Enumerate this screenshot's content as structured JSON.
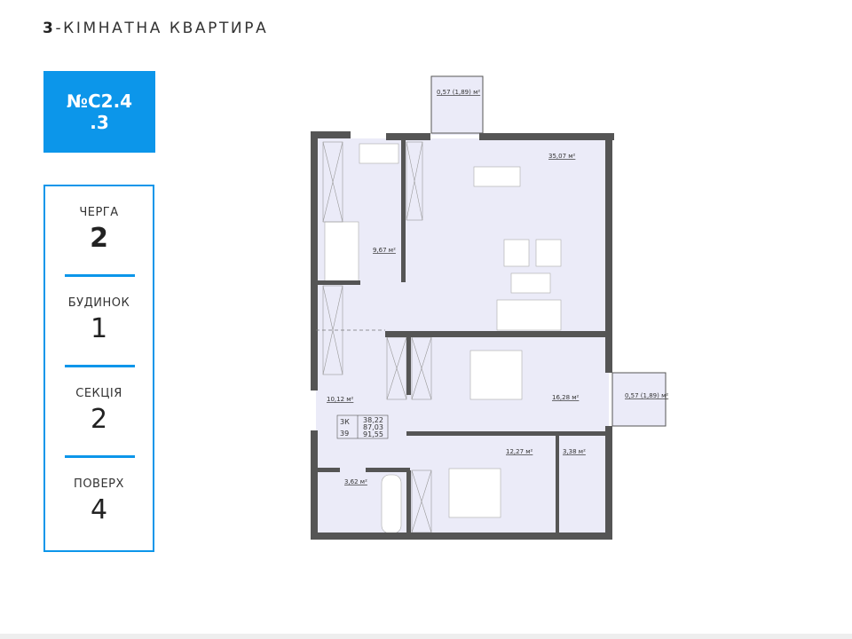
{
  "header": {
    "title_number": "3",
    "title_rest": "-КІМНАТНА КВАРТИРА"
  },
  "badge": {
    "line1": "№C2.4",
    "line2": ".3"
  },
  "info": [
    {
      "label": "ЧЕРГА",
      "value": "2"
    },
    {
      "label": "БУДИНОК",
      "value": "1"
    },
    {
      "label": "СЕКЦІЯ",
      "value": "2"
    },
    {
      "label": "ПОВЕРХ",
      "value": "4"
    }
  ],
  "plan": {
    "rooms": {
      "balcony_top": "0,57 (1,89) м²",
      "living": "35,07 м²",
      "study": "9,67 м²",
      "hall": "10,12 м²",
      "bedroom1": "16,28 м²",
      "balcony_right": "0,57 (1,89) м²",
      "bedroom2": "12,27 м²",
      "closet": "3,38 м²",
      "bathroom": "3,62 м²"
    },
    "summary": {
      "type": "3К",
      "number": "39",
      "living_area": "38,22",
      "total_area": "87,03",
      "total_with_balcony": "91,55"
    }
  }
}
